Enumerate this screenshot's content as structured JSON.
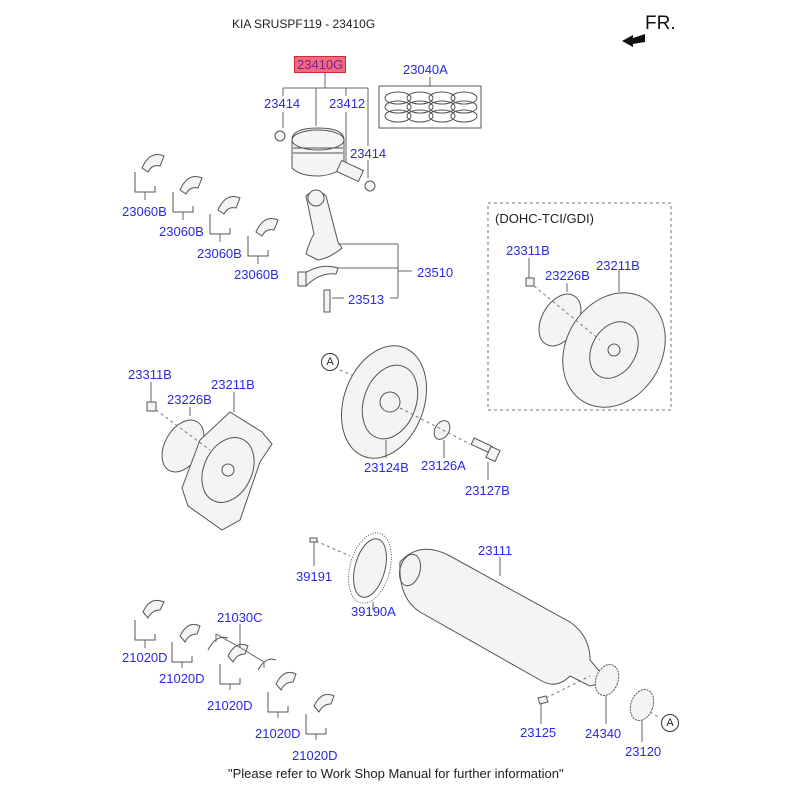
{
  "header": {
    "title": "KIA SRUSPF119 - 23410G",
    "direction_label": "FR.",
    "direction_icon": "arrow-forward-left-icon"
  },
  "highlighted_part": "23410G",
  "variant_box": {
    "label": "(DOHC-TCI/GDI)"
  },
  "reference_marker": "A",
  "parts": {
    "piston_assy": "23410G",
    "piston_ring_set": "23040A",
    "snap_ring_left": "23414",
    "piston_pin": "23412",
    "snap_ring_right": "23414",
    "conrod_bearing_1": "23060B",
    "conrod_bearing_2": "23060B",
    "conrod_bearing_3": "23060B",
    "conrod_bearing_4": "23060B",
    "connecting_rod_assy": "23510",
    "conrod_bolt": "23513",
    "gdi_bolt": "23311B",
    "gdi_adapter_plate": "23226B",
    "gdi_drive_plate": "23211B",
    "bolt": "23311B",
    "adapter_plate": "23226B",
    "drive_plate": "23211B",
    "damper_pulley": "23124B",
    "washer": "23126A",
    "pulley_bolt": "23127B",
    "ring_gear_bolt": "39191",
    "ring_gear": "39190A",
    "crankshaft": "23111",
    "thrust_bearing": "21030C",
    "main_bearing_1": "21020D",
    "main_bearing_2": "21020D",
    "main_bearing_3": "21020D",
    "main_bearing_4": "21020D",
    "main_bearing_5": "21020D",
    "key": "23125",
    "timing_sprocket": "24340",
    "crank_sprocket": "23120"
  },
  "footer_note": "\"Please refer to Work Shop Manual for further information\""
}
